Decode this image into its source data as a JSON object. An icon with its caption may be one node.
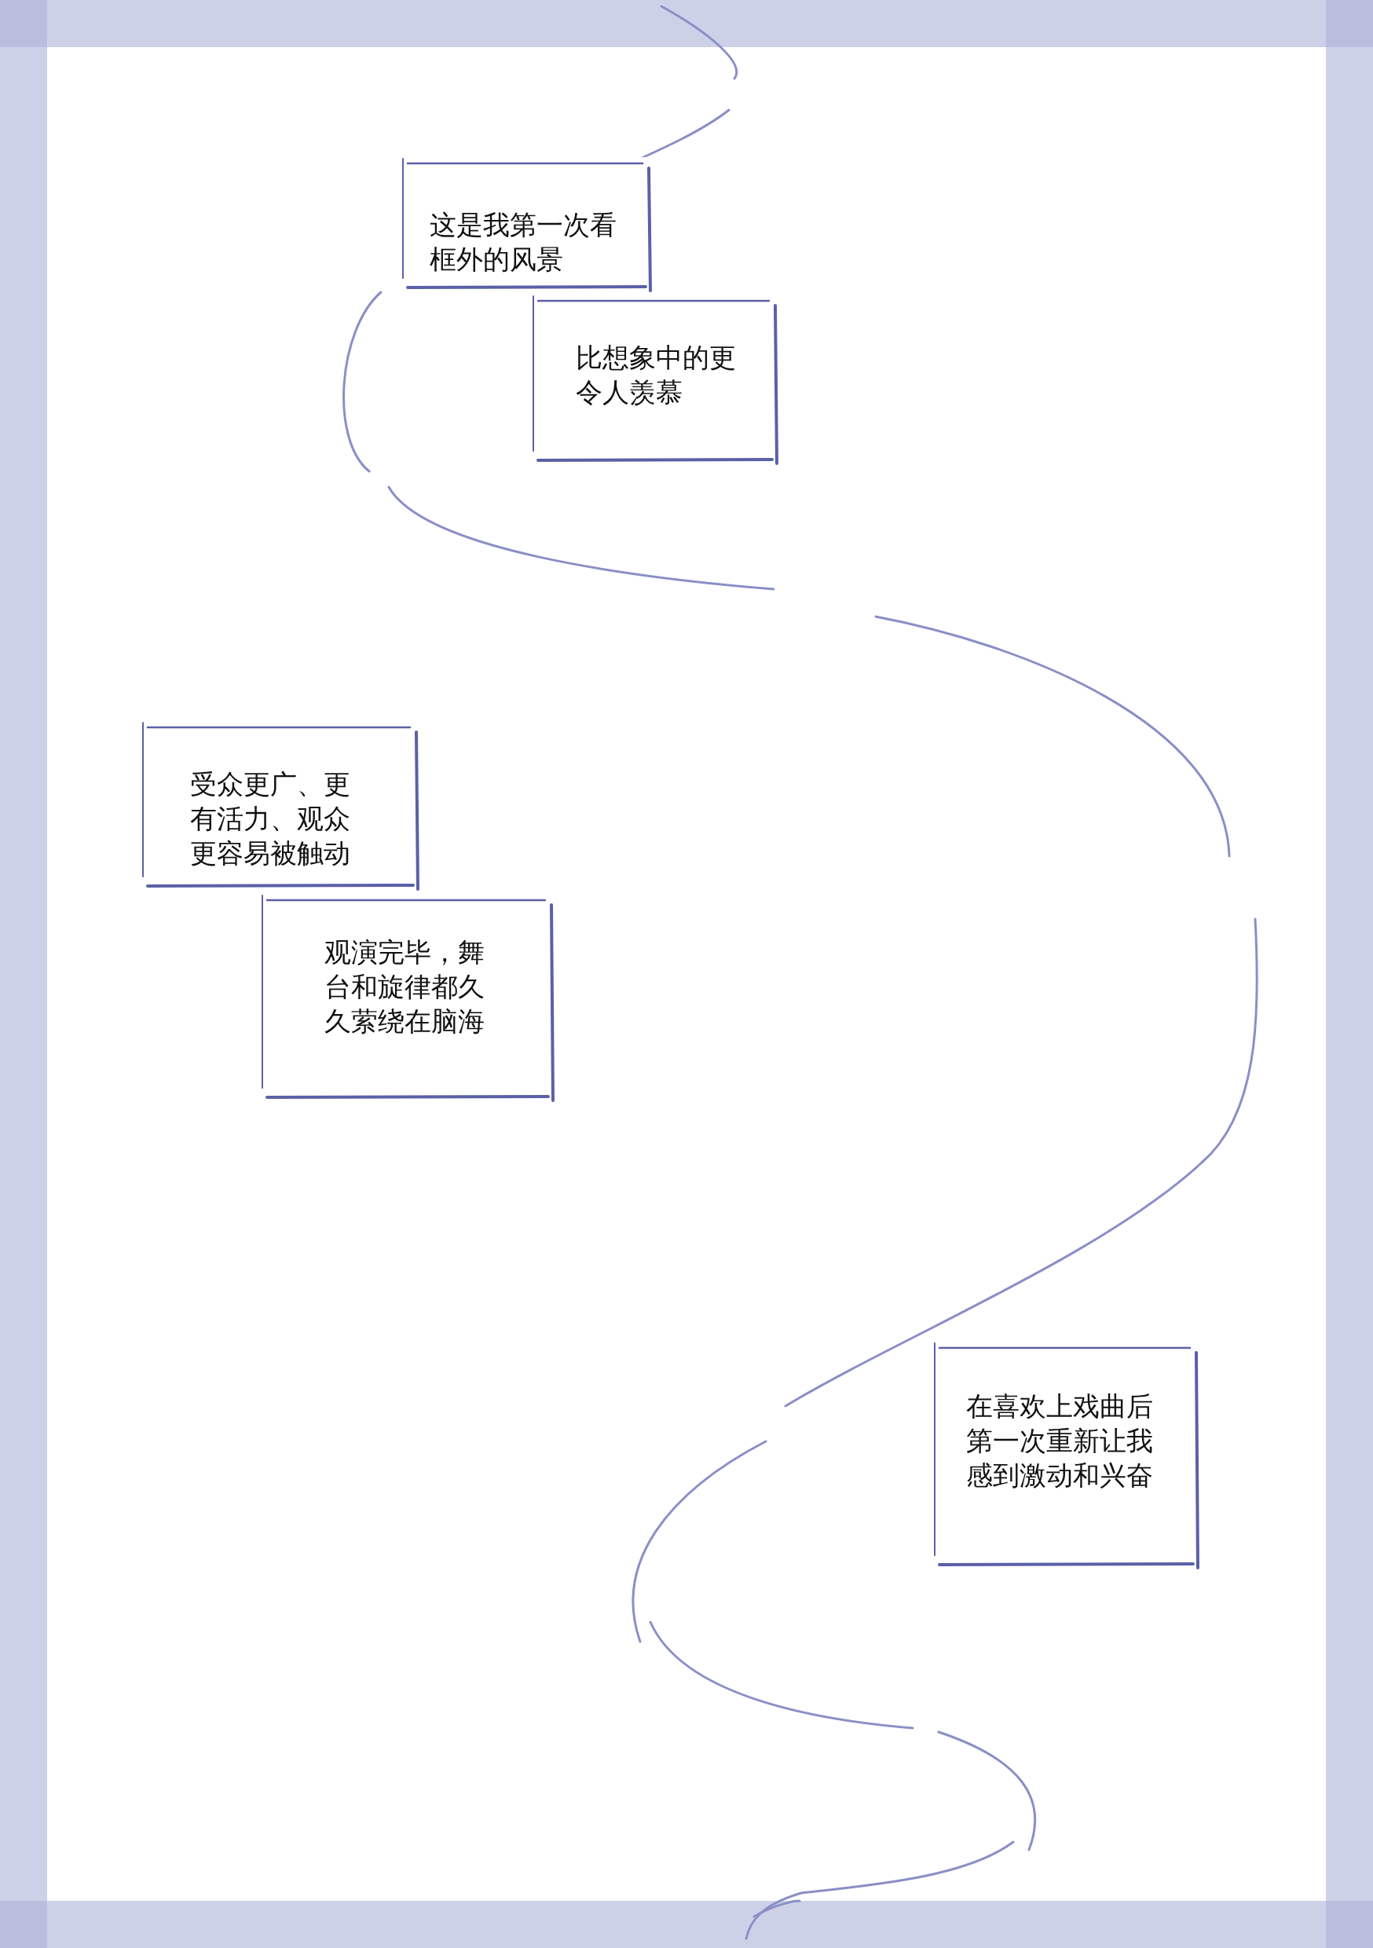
{
  "diagram": {
    "nodes": [
      {
        "text": [
          "这是我第一次看框外的风景"
        ]
      },
      {
        "text": [
          "比想象中的更令人羡慕"
        ]
      },
      {
        "text": [
          "受众更广、更有活力、观众更容易被触动"
        ]
      },
      {
        "text": [
          "观演完毕，舞台和旋律都久久萦绕在脑海"
        ]
      },
      {
        "text": [
          "在喜欢上戏曲后第一次重新让我感到激动和兴奋"
        ]
      }
    ]
  }
}
